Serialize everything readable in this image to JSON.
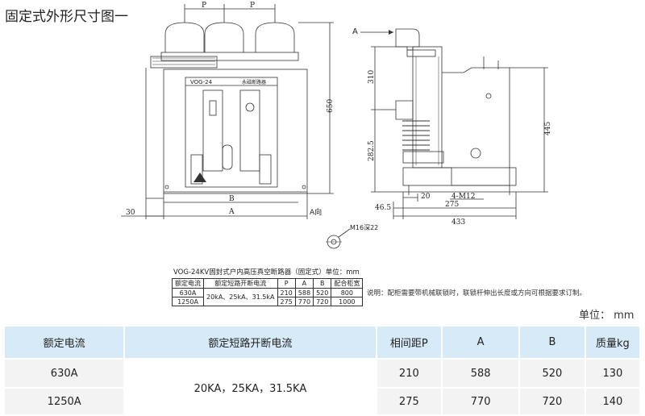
{
  "title": "固定式外形尺寸图一",
  "drawing": {
    "front": {
      "dim_p1": "P",
      "dim_p2": "P",
      "dim_650": "650",
      "dim_b": "B",
      "dim_a": "A",
      "dim_30": "30",
      "label_model": "VOG-24",
      "label_brand": "永磁断路器",
      "label_view_a": "A向",
      "label_arrow_a": "A"
    },
    "side": {
      "dim_310": "310",
      "dim_282": "282.5",
      "dim_445": "445",
      "dim_20": "20",
      "dim_4m12": "4-M12",
      "dim_465": "46.5",
      "dim_275": "275",
      "dim_433": "433"
    },
    "detail": {
      "label": "M16深22"
    }
  },
  "small_table": {
    "caption": "VOG-24KV固封式户内高压真空断路器（固定式）单位：mm",
    "headers": [
      "额定电流",
      "额定短路开断电流",
      "P",
      "A",
      "B",
      "配合柜宽"
    ],
    "shared_breaking": "20kA、25kA、31.5kA",
    "rows": [
      {
        "current": "630A",
        "p": "210",
        "a": "588",
        "b": "520",
        "width": "800"
      },
      {
        "current": "1250A",
        "p": "275",
        "a": "770",
        "b": "720",
        "width": "1000"
      }
    ]
  },
  "note": "说明：配柜需要带机械联锁时，联锁杆伸出长度或方向可根据要求订制。",
  "unit_label": "单位：  mm",
  "main_table": {
    "headers": [
      "额定电流",
      "额定短路开断电流",
      "相间距P",
      "A",
      "B",
      "质量kg"
    ],
    "shared_breaking": "20KA，25KA，31.5KA",
    "rows": [
      {
        "current": "630A",
        "p": "210",
        "a": "588",
        "b": "520",
        "mass": "130"
      },
      {
        "current": "1250A",
        "p": "275",
        "a": "770",
        "b": "720",
        "mass": "140"
      }
    ]
  }
}
